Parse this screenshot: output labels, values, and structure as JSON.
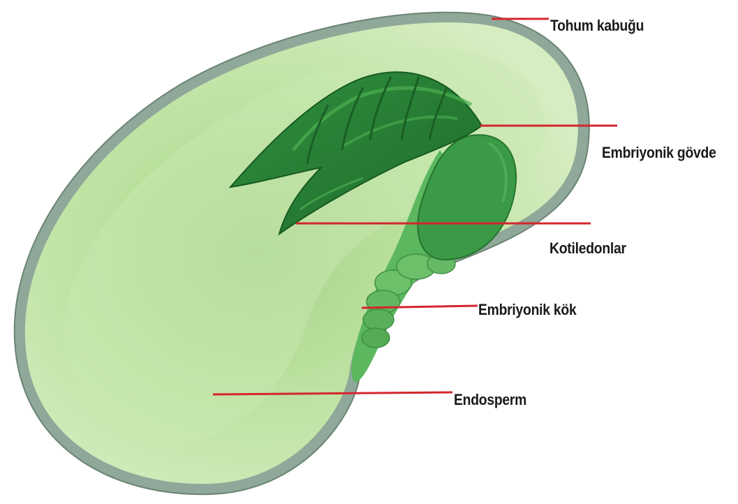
{
  "labels": {
    "seed_coat": "Tohum kabuğu",
    "embryonic_stem": "Embriyonik gövde",
    "cotyledons": "Kotiledonlar",
    "embryonic_root": "Embriyonik kök",
    "endosperm": "Endosperm"
  },
  "colors": {
    "leader_line": "#d4262e",
    "seed_coat": "#8fa89a",
    "endosperm": "#b9df9c",
    "embryo": "#3a9a45"
  }
}
